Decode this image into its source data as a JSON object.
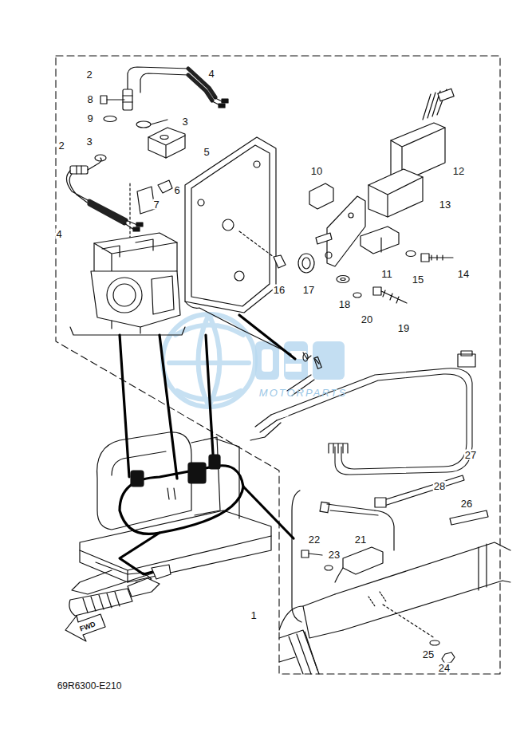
{
  "diagram": {
    "labels": [
      "2",
      "4",
      "8",
      "9",
      "3",
      "5",
      "2",
      "3",
      "6",
      "7",
      "4",
      "10",
      "12",
      "13",
      "11",
      "15",
      "14",
      "16",
      "17",
      "18",
      "20",
      "19",
      "27",
      "28",
      "26",
      "22",
      "23",
      "21",
      "1",
      "25",
      "24",
      "FWD",
      "69R6300-E210",
      "MOTORPARTS"
    ]
  }
}
